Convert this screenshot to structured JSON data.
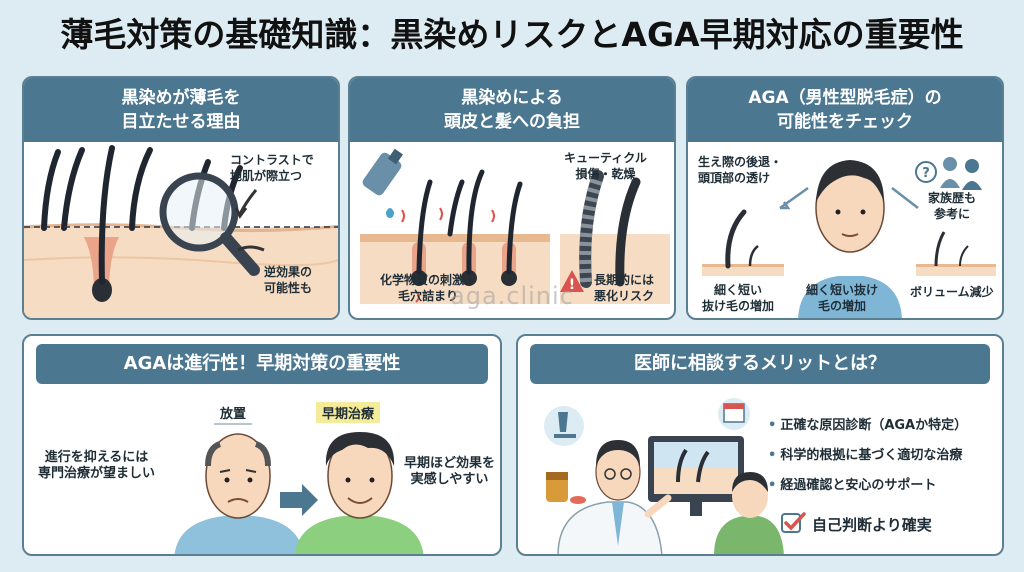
{
  "title": "薄毛対策の基礎知識：黒染めリスクとAGA早期対応の重要性",
  "panel1": {
    "heading_line1": "黒染めが薄毛を",
    "heading_line2": "目立たせる理由",
    "label_contrast_1": "コントラストで",
    "label_contrast_2": "地肌が際立つ",
    "label_reverse_1": "逆効果の",
    "label_reverse_2": "可能性も"
  },
  "panel2": {
    "heading_line1": "黒染めによる",
    "heading_line2": "頭皮と髪への負担",
    "label_cuticle_1": "キューティクル",
    "label_cuticle_2": "損傷・乾燥",
    "label_chemical_1": "化学物質の刺激・",
    "label_chemical_2": "毛穴詰まり",
    "label_longterm_1": "長期的には",
    "label_longterm_2": "悪化リスク"
  },
  "panel3": {
    "heading_line1": "AGA（男性型脱毛症）の",
    "heading_line2": "可能性をチェック",
    "label_hairline_1": "生え際の後退・",
    "label_hairline_2": "頭頂部の透け",
    "label_family_1": "家族歴も",
    "label_family_2": "参考に",
    "label_short_1": "細く短い",
    "label_short_2": "抜け毛の増加",
    "label_thin_1": "細く短い抜け",
    "label_thin_2": "毛の増加",
    "label_volume": "ボリューム減少"
  },
  "panel4": {
    "heading": "AGAは進行性！早期対策の重要性",
    "tag_neglect": "放置",
    "tag_early": "早期治療",
    "label_suppress_1": "進行を抑えるには",
    "label_suppress_2": "専門治療が望ましい",
    "label_effect_1": "早期ほど効果を",
    "label_effect_2": "実感しやすい"
  },
  "panel5": {
    "heading": "医師に相談するメリットとは？",
    "bullets": [
      "正確な原因診断（AGAか特定）",
      "科学的根拠に基づく適切な治療",
      "経過確認と安心のサポート"
    ],
    "conclusion": "自己判断より確実"
  },
  "watermark": "aga.clinic",
  "colors": {
    "header": "#4b7790",
    "background": "#dcecf2",
    "accent_red": "#d9534f",
    "skin": "#f6dcc2"
  }
}
